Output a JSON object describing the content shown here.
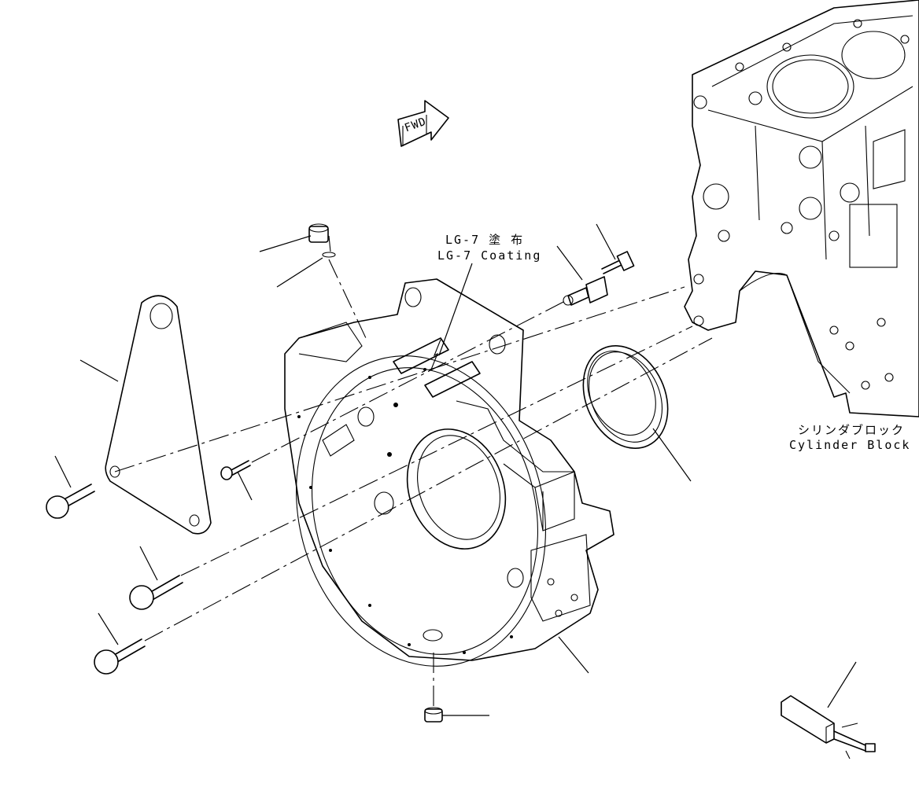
{
  "labels": {
    "fwd_arrow": "FWD",
    "coating_jp": "LG-7 塗 布",
    "coating_en": "LG-7 Coating",
    "cylinder_block_jp": "シリンダブロック",
    "cylinder_block_en": "Cylinder Block"
  }
}
